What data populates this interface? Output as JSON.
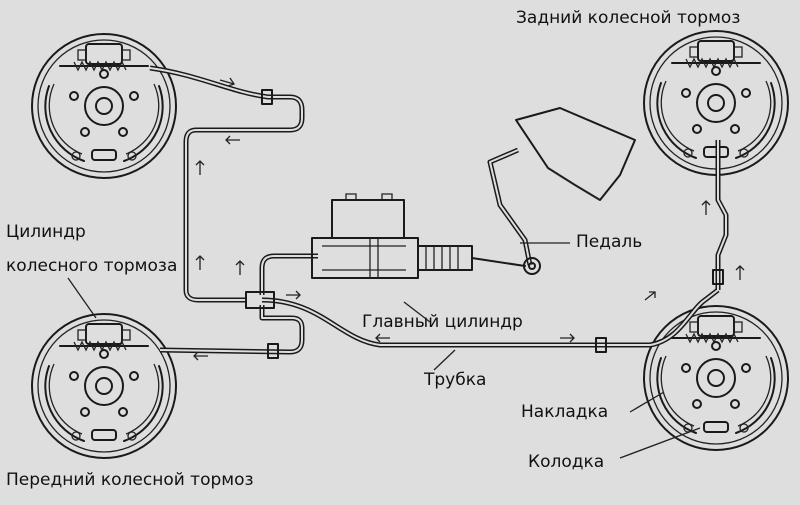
{
  "labels": {
    "rear_brake": "Задний колесной тормоз",
    "front_brake": "Передний колесной тормоз",
    "wheel_cylinder_line1": "Цилиндр",
    "wheel_cylinder_line2": "колесного тормоза",
    "pedal": "Педаль",
    "master_cylinder": "Главный цилиндр",
    "tube": "Трубка",
    "lining": "Накладка",
    "shoe": "Колодка"
  }
}
